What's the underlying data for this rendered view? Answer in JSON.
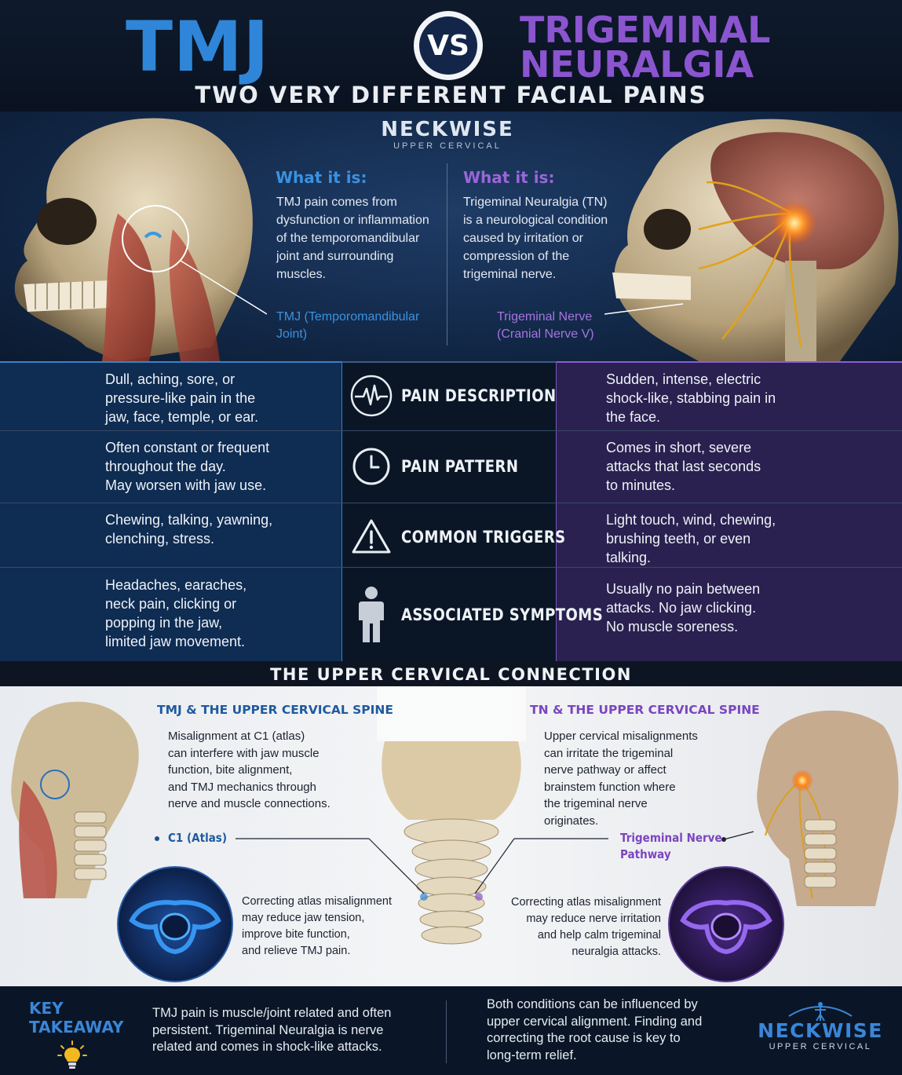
{
  "header": {
    "left_title": "TMJ",
    "vs": "VS",
    "right_title_line1": "TRIGEMINAL",
    "right_title_line2": "NEURALGIA",
    "subtitle": "TWO VERY DIFFERENT FACIAL PAINS"
  },
  "brand": {
    "name": "NECKWISE",
    "tagline": "UPPER CERVICAL"
  },
  "what_it_is": {
    "tmj": {
      "title": "What it is:",
      "lines": [
        "TMJ pain comes from",
        "dysfunction or inflammation",
        "of the temporomandibular",
        "joint and surrounding",
        "muscles."
      ],
      "caption_line1": "TMJ (Temporomandibular",
      "caption_line2": "Joint)"
    },
    "tn": {
      "title": "What it is:",
      "lines": [
        "Trigeminal Neuralgia (TN)",
        "is a neurological condition",
        "caused by irritation or",
        "compression of the",
        "trigeminal nerve."
      ],
      "caption_line1": "Trigeminal Nerve",
      "caption_line2": "(Cranial Nerve V)"
    }
  },
  "comparison": [
    {
      "category": "PAIN DESCRIPTION",
      "icon": "heartbeat-icon",
      "tmj": [
        "Dull, aching, sore, or",
        "pressure-like pain in the",
        "jaw, face, temple, or ear."
      ],
      "tn": [
        "Sudden, intense, electric",
        "shock-like, stabbing pain in",
        "the face."
      ]
    },
    {
      "category": "PAIN PATTERN",
      "icon": "clock-icon",
      "tmj": [
        "Often constant or frequent",
        "throughout the day.",
        "May worsen with jaw use."
      ],
      "tn": [
        "Comes in short, severe",
        "attacks that last seconds",
        "to minutes."
      ]
    },
    {
      "category": "COMMON TRIGGERS",
      "icon": "warning-icon",
      "tmj": [
        "Chewing, talking, yawning,",
        "clenching, stress."
      ],
      "tn": [
        "Light touch, wind, chewing,",
        "brushing teeth, or even",
        "talking."
      ]
    },
    {
      "category": "ASSOCIATED SYMPTOMS",
      "icon": "person-icon",
      "tmj": [
        "Headaches, earaches,",
        "neck pain, clicking or",
        "popping in the jaw,",
        "limited jaw movement."
      ],
      "tn": [
        "Usually no pain between",
        "attacks. No jaw clicking.",
        "No muscle soreness."
      ]
    }
  ],
  "connection": {
    "heading": "THE UPPER CERVICAL CONNECTION",
    "tmj": {
      "title": "TMJ & THE UPPER CERVICAL SPINE",
      "lines": [
        "Misalignment at C1 (atlas)",
        "can interfere with jaw muscle",
        "function, bite alignment,",
        "and TMJ mechanics through",
        "nerve and muscle connections."
      ],
      "label": "C1 (Atlas)",
      "correcting": [
        "Correcting atlas misalignment",
        "may reduce jaw tension,",
        "improve bite function,",
        "and relieve TMJ pain."
      ]
    },
    "tn": {
      "title": "TN & THE UPPER CERVICAL SPINE",
      "lines": [
        "Upper cervical misalignments",
        "can irritate the trigeminal",
        "nerve pathway or affect",
        "brainstem function where",
        "the trigeminal nerve",
        "originates."
      ],
      "label_line1": "Trigeminal Nerve",
      "label_line2": "Pathway",
      "correcting": [
        "Correcting atlas misalignment",
        "may reduce nerve irritation",
        "and help calm trigeminal",
        "neuralgia attacks."
      ]
    }
  },
  "takeaway": {
    "title_line1": "KEY",
    "title_line2": "TAKEAWAY",
    "icon": "lightbulb-icon",
    "left": [
      "TMJ pain is muscle/joint related and often",
      "persistent. Trigeminal Neuralgia is nerve",
      "related and comes in shock-like attacks."
    ],
    "right": [
      "Both conditions can be influenced by",
      "upper cervical alignment. Finding and",
      "correcting the root cause is key to",
      "long-term relief."
    ]
  },
  "colors": {
    "tmj_blue": "#2f86d8",
    "tn_purple": "#8a55cf",
    "navy": "#0a1627"
  }
}
